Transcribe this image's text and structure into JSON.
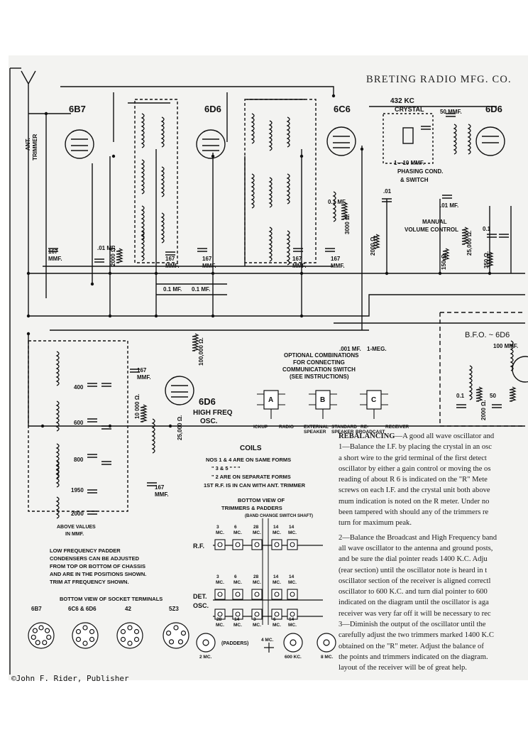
{
  "header": {
    "title": "BRETING RADIO MFG. CO."
  },
  "tubes": {
    "t1": "6B7",
    "t2": "6D6",
    "t3": "6D6",
    "t4": "6C6",
    "t5": "6D6",
    "hfosc": "6D6",
    "hfosc_label1": "HIGH FREQ",
    "hfosc_label2": "OSC.",
    "bfo": "B.F.O. ~ 6D6"
  },
  "labels": {
    "crystal1": "432 KC",
    "crystal2": "CRYSTAL",
    "phasing1": "1—10 MMF.",
    "phasing2": "PHASING COND.",
    "phasing3": "& SWITCH",
    "manual1": "MANUAL",
    "manual2": "VOLUME CONTROL",
    "ant_trim1": "ANT.",
    "ant_trim2": "TRIMMER",
    "mmf167": "167",
    "mmf": "MMF.",
    "c50": "50 MMF.",
    "c01mf": ".01 MF.",
    "c01": ".01",
    "c1mf": "0.1 MF.",
    "c01b": "0.1",
    "r2000": "2000 Ω.",
    "r3000": "3000 Ω.",
    "r25000": "25,000 Ω.",
    "r150": "150 Ω.",
    "r350": "350 Ω.",
    "r100000": "100,000 Ω.",
    "r1meg": "1-MEG.",
    "c100": "100 MMF.",
    "c001": ".001 MF.",
    "r10000": "10 000 Ω.",
    "c50b": "50",
    "optional1": "OPTIONAL COMBINATIONS",
    "optional2": "FOR CONNECTING",
    "optional3": "COMMUNICATION SWITCH",
    "optional4": "(SEE INSTRUCTIONS)",
    "sw_a": "A",
    "sw_b": "B",
    "sw_c": "C",
    "sw_pickup": "ICKUP",
    "sw_radio": "RADIO",
    "sw_ext": "EXTERNAL",
    "sw_speaker": "SPEAKER",
    "sw_std": "STANDARD",
    "sw_speaker2": "SPEAKER",
    "sw_re": "RE-",
    "sw_bcast": "BROADCAST",
    "sw_recv": "RECEIVER",
    "coils": "COILS",
    "coils_l1": "NOS 1 & 4 ARE ON SAME FORMS",
    "coils_l2": "\" 3 & 5    \"    \"     \"",
    "coils_l3": "\"  2 ARE ON SEPARATE FORMS",
    "coils_l4": "1ST R.F. IS IN CAN WITH ANT. TRIMMER",
    "pad400": "400",
    "pad600": "600",
    "pad800": "800",
    "pad1950": "1950",
    "pad2000": "2000",
    "above1": "ABOVE VALUES",
    "above2": "IN MMF.",
    "lfp1": "LOW FREQUENCY PADDER",
    "lfp2": "CONDENSERS CAN BE ADJUSTED",
    "lfp3": "FROM TOP OR BOTTOM OF CHASSIS",
    "lfp4": "AND ARE IN THE POSITIONS SHOWN.",
    "lfp5": "TRIM AT FREQUENCY SHOWN.",
    "btv1": "BOTTOM VIEW OF",
    "btv2": "TRIMMERS & PADDERS",
    "btv3": "(BAND CHANGE SWITCH SHAFT)",
    "rf": "R.F.",
    "det": "DET.",
    "osc": "OSC.",
    "padders": "(PADDERS)",
    "socket": "BOTTOM VIEW OF SOCKET TERMINALS",
    "sock1": "6B7",
    "sock2": "6C6 & 6D6",
    "sock3": "42",
    "sock4": "5Z3",
    "f2mc": "2 MC.",
    "f4mc": "4 MC.",
    "f600": "600 KC.",
    "f8mc": "8 MC."
  },
  "trimmer_rows": {
    "rf": [
      "3 MC.",
      "6 MC.",
      "28 MC.",
      "14 MC.",
      "14 MC."
    ],
    "det": [
      "3 MC.",
      "6 MC.",
      "28 MC.",
      "14 MC.",
      "14 MC."
    ],
    "osc": [
      "28 MC.",
      "14 MC.",
      "3 MC.",
      "6 MC.",
      "14 MC."
    ]
  },
  "text_block": {
    "heading": "REBALANCING",
    "lines": [
      "—A good all wave oscillator and",
      "1—Balance the I.F. by placing the crystal in an osc",
      "a short wire to the grid terminal of the first detect",
      "oscillator by either a gain control or moving the os",
      "reading of about R 6 is indicated on the \"R\" Mete",
      "screws on each I.F. and the crystal unit both above",
      "mum indication is noted on the R meter.  Under no",
      "been tampered with should any of the trimmers re",
      "turn for maximum peak.",
      "2—Balance the Broadcast and High Frequency band",
      "all wave oscillator to the antenna and ground posts,",
      "and be sure the dial pointer reads 1400 K.C.  Adju",
      "(rear section) until the oscillator note is heard in t",
      "oscillator section of the receiver is aligned correctl",
      "oscillator to 600 K.C. and turn dial pointer to 600",
      "indicated on the diagram until the oscillator is aga",
      "receiver was very far off it will be necessary to rec",
      "3—Diminish the output of the oscillator until the",
      "carefully adjust the two trimmers marked 1400 K.C",
      "obtained on the \"R\" meter.  Adjust the balance of",
      "the points and trimmers indicated on the diagram.",
      "layout of the receiver will be of great help."
    ]
  },
  "credit": "©John F. Rider, Publisher",
  "colors": {
    "ink": "#111111",
    "paper": "#f3f3f1",
    "background": "#ffffff"
  }
}
